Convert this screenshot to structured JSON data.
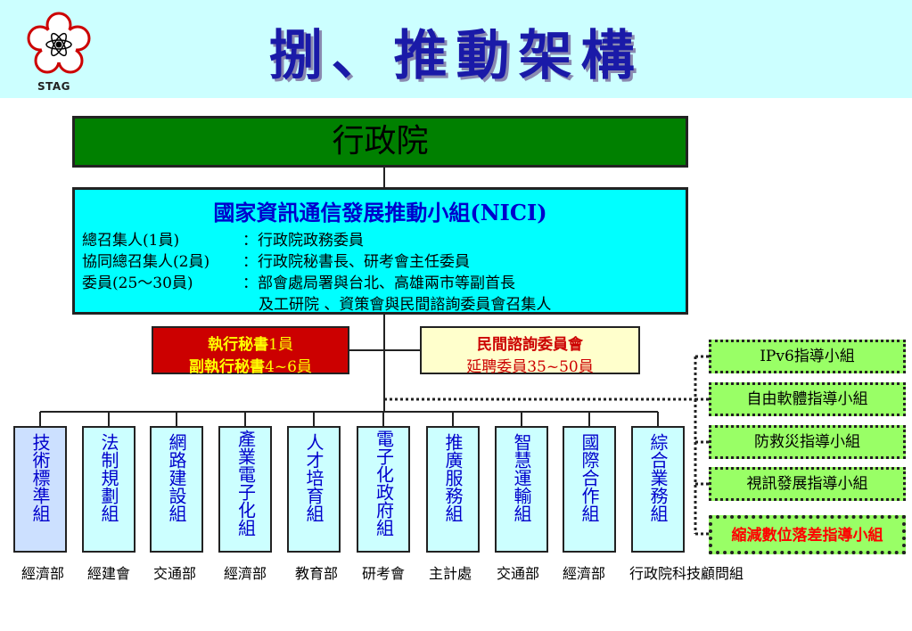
{
  "header": {
    "title": "捌、推動架構",
    "logo_text": "STAG"
  },
  "executive": "行政院",
  "nici": {
    "title": "國家資訊通信發展推動小組(NICI)",
    "rows": [
      {
        "label": "總召集人(1員)",
        "value": "：行政院政務委員"
      },
      {
        "label": "協同總召集人(2員)",
        "value": "：行政院秘書長、研考會主任委員"
      },
      {
        "label": "委員(25～30員)",
        "value": "：部會處局署與台北、高雄兩市等副首長"
      },
      {
        "label": "",
        "value": "及工研院 、資策會與民間諮詢委員會召集人"
      }
    ]
  },
  "secretary": {
    "line1_bold": "執行秘書",
    "line1_count": "1員",
    "line2_bold": "副執行秘書",
    "line2_count": "4~6員"
  },
  "advisory": {
    "line1": "民間諮詢委員會",
    "line2": "延聘委員35~50員"
  },
  "groups": [
    {
      "label": "技術標準組",
      "owner": "經濟部"
    },
    {
      "label": "法制規劃組",
      "owner": "經建會"
    },
    {
      "label": "網路建設組",
      "owner": "交通部"
    },
    {
      "label": "產業電子化組",
      "owner": "經濟部"
    },
    {
      "label": "人才培育組",
      "owner": "教育部"
    },
    {
      "label": "電子化政府組",
      "owner": "研考會"
    },
    {
      "label": "推廣服務組",
      "owner": "主計處"
    },
    {
      "label": "智慧運輸組",
      "owner": "交通部"
    },
    {
      "label": "國際合作組",
      "owner": "經濟部"
    },
    {
      "label": "綜合業務組",
      "owner": "行政院科技顧問組"
    }
  ],
  "subgroups": [
    {
      "label": "IPv6指導小組",
      "highlight": false
    },
    {
      "label": "自由軟體指導小組",
      "highlight": false
    },
    {
      "label": "防救災指導小組",
      "highlight": false
    },
    {
      "label": "視訊發展指導小組",
      "highlight": false
    },
    {
      "label": "縮減數位落差指導小組",
      "highlight": true
    }
  ],
  "colors": {
    "header_bg": "#ccffff",
    "title": "#1a1aa8",
    "executive_bg": "#008000",
    "nici_bg": "#00ffff",
    "nici_title": "#0000cc",
    "secretary_bg": "#cc0000",
    "secretary_text": "#ffff00",
    "advisory_bg": "#ffffcc",
    "advisory_text": "#cc0000",
    "group_bg": "#ccffff",
    "group_first_bg": "#cce0ff",
    "group_text": "#0000cc",
    "subgroup_bg": "#99ff66",
    "subgroup_highlight_text": "#ff0000"
  }
}
